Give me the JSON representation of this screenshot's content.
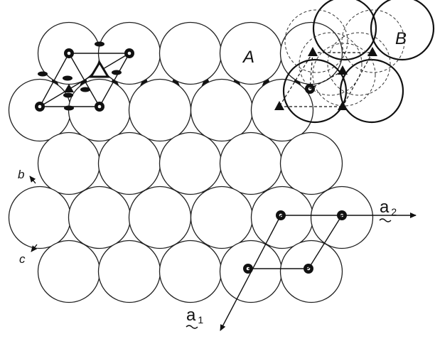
{
  "figure": {
    "labels": {
      "layer_a": "A",
      "layer_b": "B",
      "axis_b": "b",
      "axis_c": "c",
      "vector_a1": "a",
      "vector_a1_sub": "1",
      "vector_a2": "a",
      "vector_a2_sub": "2"
    },
    "colors": {
      "outline": "#222222",
      "hole": "#111111",
      "background": "#ffffff"
    },
    "symbols": [
      "sixfold-axis-symbol",
      "threefold-axis-triangle",
      "twofold-axis-ellipse"
    ]
  }
}
